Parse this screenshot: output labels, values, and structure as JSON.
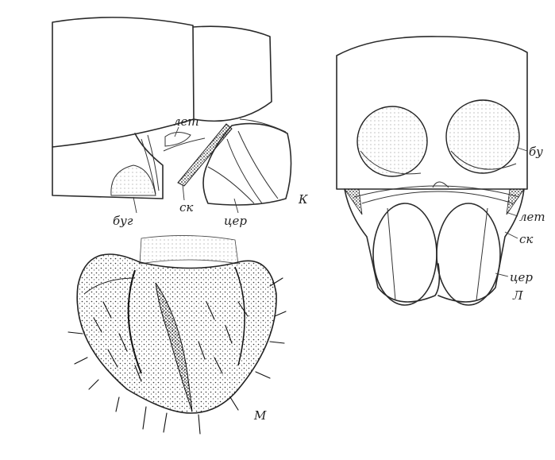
{
  "figure": {
    "panel_k": {
      "letter": "К",
      "labels": {
        "let": "лет",
        "sk": "ск",
        "bug": "буг",
        "tser": "цер"
      }
    },
    "panel_l": {
      "letter": "Л",
      "labels": {
        "bug": "бу",
        "let": "лет",
        "sk": "ск",
        "tser": "цер"
      }
    },
    "panel_m": {
      "letter": "М"
    }
  }
}
